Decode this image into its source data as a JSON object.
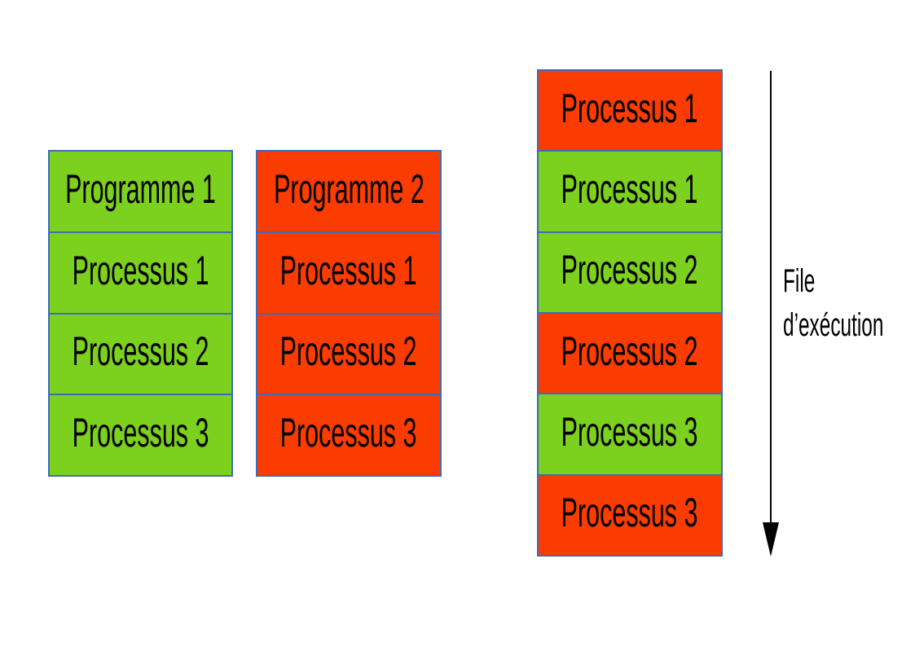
{
  "diagram": {
    "colors": {
      "program1_green": "#7CD01E",
      "program2_red": "#FB3C01",
      "box_border_blue": "#3E6DB5",
      "arrow_black": "#000000"
    },
    "program1": {
      "rows": [
        "Programme 1",
        "Processus 1",
        "Processus 2",
        "Processus 3"
      ]
    },
    "program2": {
      "rows": [
        "Programme 2",
        "Processus 1",
        "Processus 2",
        "Processus 3"
      ]
    },
    "queue": {
      "rows": [
        {
          "label": "Processus 1",
          "color": "red"
        },
        {
          "label": "Processus 1",
          "color": "green"
        },
        {
          "label": "Processus 2",
          "color": "green"
        },
        {
          "label": "Processus 2",
          "color": "red"
        },
        {
          "label": "Processus 3",
          "color": "green"
        },
        {
          "label": "Processus 3",
          "color": "red"
        }
      ],
      "arrow_icon": "down-arrow",
      "caption_line1": "File",
      "caption_line2": "d’exécution"
    }
  }
}
